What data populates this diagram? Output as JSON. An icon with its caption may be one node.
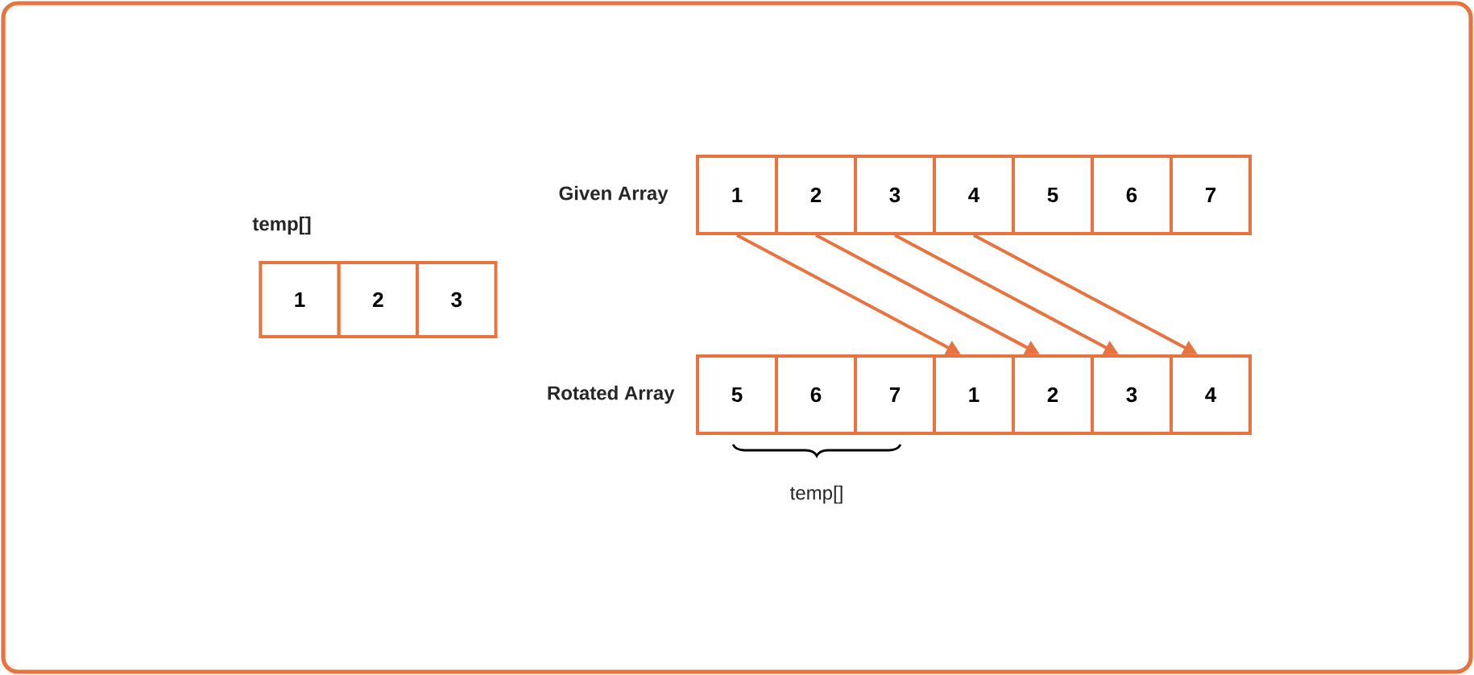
{
  "diagram": {
    "nodes": [
      {
        "text": [
          "1"
        ]
      },
      {
        "text": [
          "2"
        ]
      },
      {
        "text": [
          "3"
        ]
      },
      {
        "text": [
          "4"
        ]
      },
      {
        "text": [
          "5"
        ]
      },
      {
        "text": [
          "6"
        ]
      },
      {
        "text": [
          "7"
        ]
      },
      {
        "text": [
          "1"
        ]
      },
      {
        "text": [
          "2"
        ]
      },
      {
        "text": [
          "3"
        ]
      },
      {
        "text": [
          "5"
        ]
      },
      {
        "text": [
          "6"
        ]
      },
      {
        "text": [
          "7"
        ]
      },
      {
        "text": [
          "1"
        ]
      },
      {
        "text": [
          "2"
        ]
      },
      {
        "text": [
          "3"
        ]
      },
      {
        "text": [
          "4"
        ]
      }
    ],
    "edges": [
      {
        "from": 0,
        "to": 13,
        "arrow": "to"
      },
      {
        "from": 1,
        "to": 14,
        "arrow": "to"
      },
      {
        "from": 2,
        "to": 15,
        "arrow": "to"
      },
      {
        "from": 3,
        "to": 16,
        "arrow": "to"
      }
    ],
    "labels": [
      "Given Array",
      "temp[]",
      "Rotated Array",
      "temp[]"
    ]
  }
}
